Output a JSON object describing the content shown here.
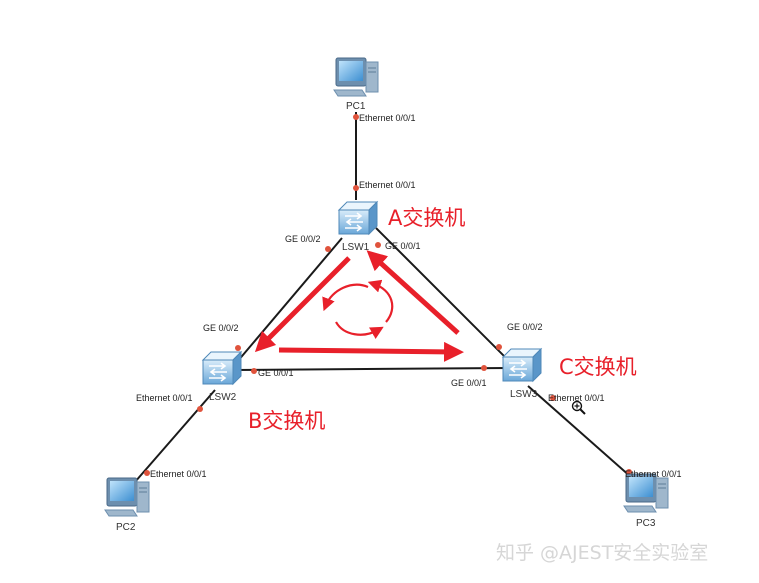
{
  "devices": {
    "pc1": {
      "name": "PC1",
      "port": "Ethernet 0/0/1"
    },
    "pc2": {
      "name": "PC2",
      "port": "Ethernet 0/0/1"
    },
    "pc3": {
      "name": "PC3",
      "port": "Ethernet 0/0/1"
    },
    "lsw1": {
      "name": "LSW1",
      "ports": {
        "up": "Ethernet 0/0/1",
        "left": "GE 0/0/2",
        "right": "GE 0/0/1"
      }
    },
    "lsw2": {
      "name": "LSW2",
      "ports": {
        "top": "GE 0/0/2",
        "right": "GE 0/0/1",
        "down": "Ethernet 0/0/1"
      }
    },
    "lsw3": {
      "name": "LSW3",
      "ports": {
        "top": "GE 0/0/2",
        "left": "GE 0/0/1",
        "down": "Ethernet 0/0/1"
      }
    }
  },
  "callouts": {
    "a": "A交换机",
    "b": "B交换机",
    "c": "C交换机"
  },
  "colors": {
    "accent": "#e8202a",
    "link": "#1a1a1a",
    "port_dot": "#e0533c"
  },
  "watermark": "知乎 @AJEST安全实验室"
}
